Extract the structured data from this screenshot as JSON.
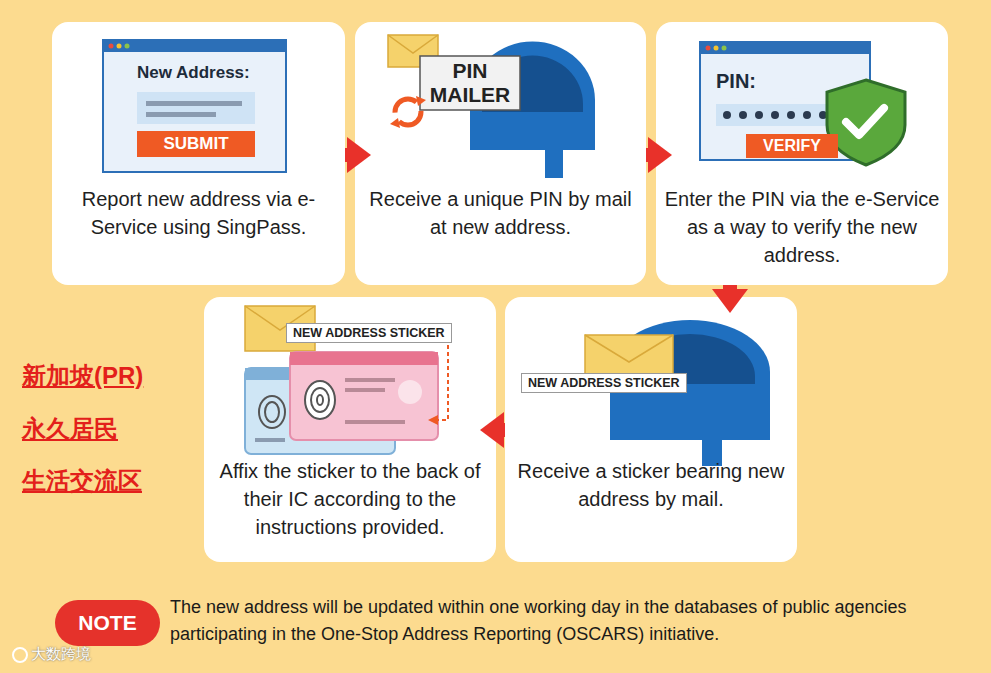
{
  "diagram": {
    "nodes": [
      {
        "text": [
          "Report new address via e-Service using SingPass."
        ]
      },
      {
        "text": [
          "Receive a unique PIN by mail at new address."
        ]
      },
      {
        "text": [
          "Enter the PIN via the e-Service as a way to verify the new address."
        ]
      },
      {
        "text": [
          "Affix the sticker to the back of their IC according to the instructions provided."
        ]
      },
      {
        "text": [
          "Receive a sticker bearing new address by mail."
        ]
      },
      {
        "text": [
          "NOTE"
        ]
      }
    ],
    "edges": [
      {
        "from": 0,
        "to": 1,
        "arrow": "to"
      },
      {
        "from": 1,
        "to": 2,
        "arrow": "to"
      },
      {
        "from": 2,
        "to": 4,
        "arrow": "to"
      },
      {
        "from": 4,
        "to": 3,
        "arrow": "to"
      }
    ],
    "labels": [
      "New Address:",
      "SUBMIT",
      "PIN MAILER",
      "PIN:",
      "VERIFY",
      "新加坡(PR)",
      "NEW ADDRESS STICKER",
      "NEW ADDRESS STICKER",
      "永久居民",
      "生活交流区",
      "The new address will be updated within one working day in the databases of public agencies participating in the One-Stop Address Reporting (OSCARS) initiative.",
      "大数跨境"
    ]
  }
}
